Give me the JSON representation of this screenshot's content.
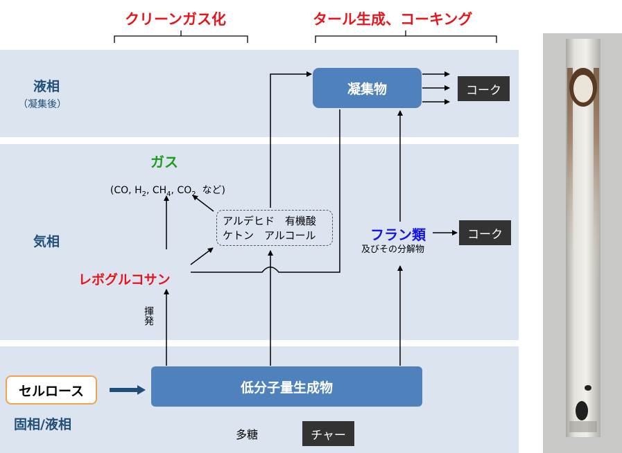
{
  "headers": {
    "clean_gas": "クリーンガス化",
    "tar_coking": "タール生成、コーキング"
  },
  "phases": {
    "liquid": "液相",
    "liquid_sub": "（凝集後）",
    "gas": "気相",
    "solid_liquid": "固相/液相"
  },
  "nodes": {
    "condensate": "凝集物",
    "coke1": "コーク",
    "coke2": "コーク",
    "gas": "ガス",
    "gas_formula_pre": "(CO, H",
    "gas_h_sub": "2",
    "gas_mid": ", CH",
    "gas_ch_sub": "4",
    "gas_co2": ", CO",
    "gas_co2_sub": "2",
    "gas_etc": "  など)",
    "volatiles_line1": "アルデヒド　有機酸",
    "volatiles_line2": "ケトン　アルコール",
    "furans": "フラン類",
    "furans_sub": "及びその分解物",
    "levoglucosan": "レボグルコサン",
    "volatilize": "揮発",
    "cellulose": "セルロース",
    "low_mw": "低分子量生成物",
    "polysaccharide": "多糖",
    "char": "チャー"
  },
  "colors": {
    "band": "#dce4ef",
    "box_blue": "#4f81bd",
    "box_dark": "#333333",
    "red": "#e8141b",
    "green": "#1e9b1e",
    "blue": "#1414e6",
    "navy": "#1f4e79",
    "orange_border": "#f0a050"
  }
}
